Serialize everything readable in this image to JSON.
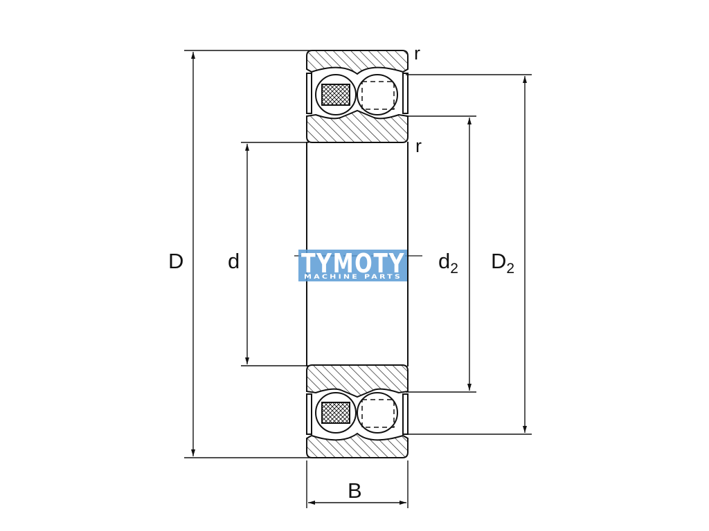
{
  "labels": {
    "outer_diameter": "D",
    "bore_diameter": "d",
    "d2_main": "d",
    "d2_sub": "2",
    "D2_main": "D",
    "D2_sub": "2",
    "width": "B",
    "radius_top": "r",
    "radius_inner": "r"
  },
  "watermark": {
    "brand": "TYMOTY",
    "tagline": "MACHINE PARTS",
    "color": "#5b9bd5"
  },
  "colors": {
    "line": "#111111",
    "background": "#ffffff"
  }
}
